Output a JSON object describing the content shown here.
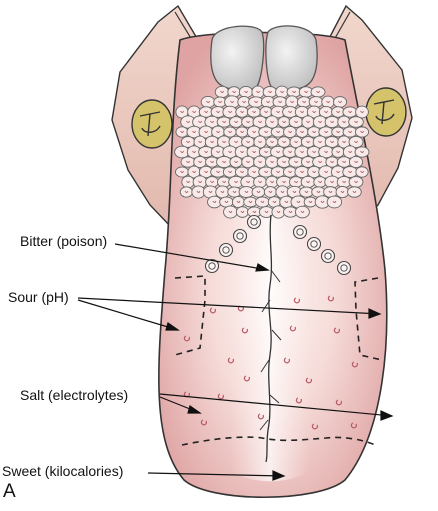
{
  "labels": {
    "bitter": "Bitter (poison)",
    "sour": "Sour (pH)",
    "salt": "Salt (electrolytes)",
    "sweet": "Sweet (kilocalories)",
    "panel": "A"
  },
  "colors": {
    "tongue_pink": "#e8b7b5",
    "tongue_edge": "#c98584",
    "center_white": "#fbf2f0",
    "epiglottis_gray": "#d9d9d9",
    "tonsil_yellow": "#d4c36a",
    "papilla_red": "#b85a64"
  }
}
